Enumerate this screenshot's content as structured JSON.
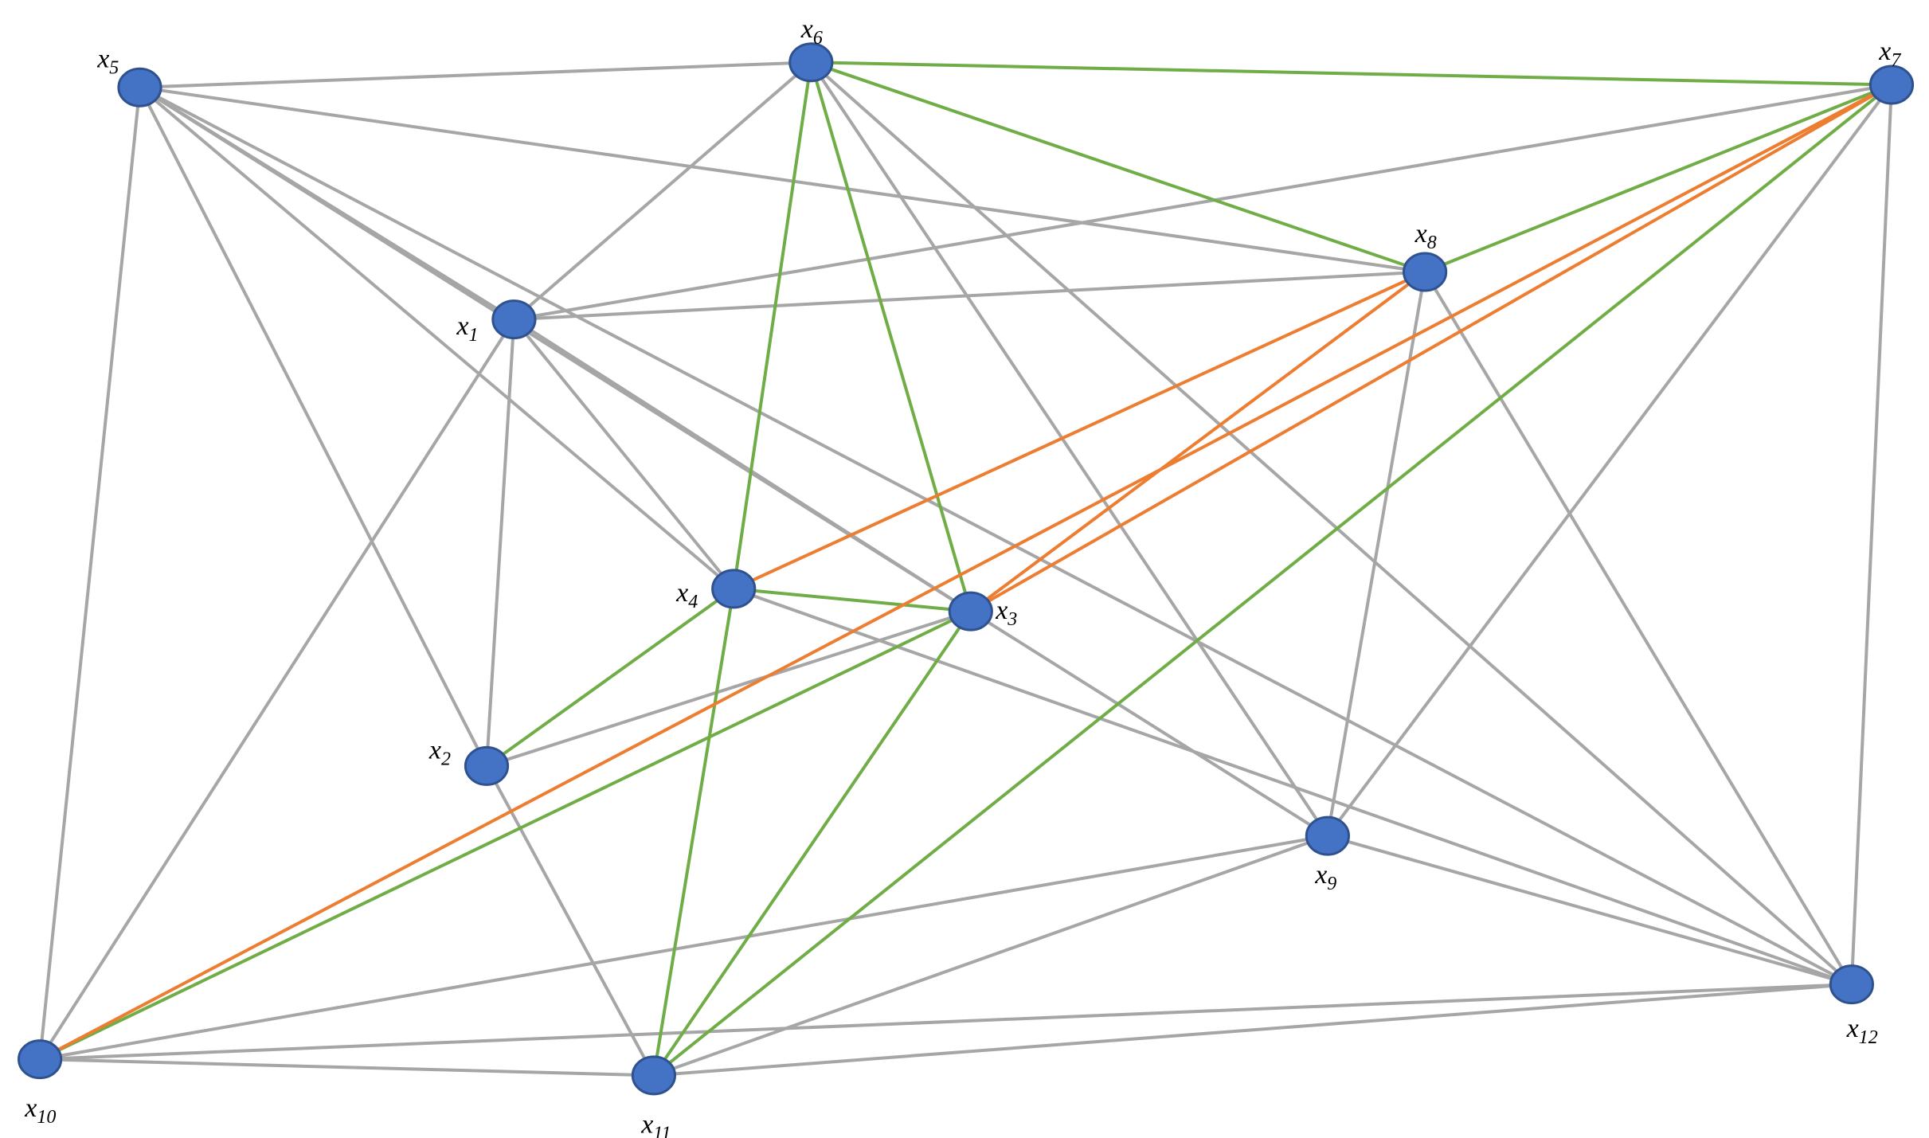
{
  "graph": {
    "colors": {
      "node_fill": "#4472c4",
      "node_stroke": "#2f528f",
      "gray": "#a6a6a6",
      "green": "#70ad47",
      "orange": "#ed7d31"
    },
    "nodes": [
      {
        "id": "x1",
        "base": "x",
        "sub": "1"
      },
      {
        "id": "x2",
        "base": "x",
        "sub": "2"
      },
      {
        "id": "x3",
        "base": "x",
        "sub": "3"
      },
      {
        "id": "x4",
        "base": "x",
        "sub": "4"
      },
      {
        "id": "x5",
        "base": "x",
        "sub": "5"
      },
      {
        "id": "x6",
        "base": "x",
        "sub": "6"
      },
      {
        "id": "x7",
        "base": "x",
        "sub": "7"
      },
      {
        "id": "x8",
        "base": "x",
        "sub": "8"
      },
      {
        "id": "x9",
        "base": "x",
        "sub": "9"
      },
      {
        "id": "x10",
        "base": "x",
        "sub": "10"
      },
      {
        "id": "x11",
        "base": "x",
        "sub": "11"
      },
      {
        "id": "x12",
        "base": "x",
        "sub": "12"
      }
    ],
    "edges": [
      {
        "from": "x5",
        "to": "x6",
        "color": "gray"
      },
      {
        "from": "x5",
        "to": "x8",
        "color": "gray"
      },
      {
        "from": "x5",
        "to": "x1",
        "color": "gray"
      },
      {
        "from": "x5",
        "to": "x4",
        "color": "gray"
      },
      {
        "from": "x5",
        "to": "x3",
        "color": "gray"
      },
      {
        "from": "x5",
        "to": "x12",
        "color": "gray"
      },
      {
        "from": "x5",
        "to": "x2",
        "color": "gray"
      },
      {
        "from": "x5",
        "to": "x10",
        "color": "gray"
      },
      {
        "from": "x6",
        "to": "x1",
        "color": "gray"
      },
      {
        "from": "x6",
        "to": "x9",
        "color": "gray"
      },
      {
        "from": "x6",
        "to": "x12",
        "color": "gray"
      },
      {
        "from": "x6",
        "to": "x7",
        "color": "green"
      },
      {
        "from": "x6",
        "to": "x8",
        "color": "green"
      },
      {
        "from": "x6",
        "to": "x4",
        "color": "green"
      },
      {
        "from": "x6",
        "to": "x3",
        "color": "green"
      },
      {
        "from": "x7",
        "to": "x1",
        "color": "gray"
      },
      {
        "from": "x7",
        "to": "x9",
        "color": "gray"
      },
      {
        "from": "x7",
        "to": "x12",
        "color": "gray"
      },
      {
        "from": "x7",
        "to": "x8",
        "color": "green"
      },
      {
        "from": "x7",
        "to": "x11",
        "color": "green"
      },
      {
        "from": "x7",
        "to": "x10",
        "color": "orange"
      },
      {
        "from": "x7",
        "to": "x3",
        "color": "orange"
      },
      {
        "from": "x8",
        "to": "x1",
        "color": "gray"
      },
      {
        "from": "x8",
        "to": "x9",
        "color": "gray"
      },
      {
        "from": "x8",
        "to": "x12",
        "color": "gray"
      },
      {
        "from": "x8",
        "to": "x4",
        "color": "orange"
      },
      {
        "from": "x8",
        "to": "x3",
        "color": "orange"
      },
      {
        "from": "x1",
        "to": "x4",
        "color": "gray"
      },
      {
        "from": "x1",
        "to": "x3",
        "color": "gray"
      },
      {
        "from": "x1",
        "to": "x2",
        "color": "gray"
      },
      {
        "from": "x1",
        "to": "x10",
        "color": "gray"
      },
      {
        "from": "x4",
        "to": "x3",
        "color": "green"
      },
      {
        "from": "x4",
        "to": "x2",
        "color": "green"
      },
      {
        "from": "x4",
        "to": "x11",
        "color": "green"
      },
      {
        "from": "x4",
        "to": "x12",
        "color": "gray"
      },
      {
        "from": "x3",
        "to": "x2",
        "color": "gray"
      },
      {
        "from": "x3",
        "to": "x9",
        "color": "gray"
      },
      {
        "from": "x3",
        "to": "x10",
        "color": "green"
      },
      {
        "from": "x3",
        "to": "x11",
        "color": "green"
      },
      {
        "from": "x2",
        "to": "x11",
        "color": "gray"
      },
      {
        "from": "x9",
        "to": "x10",
        "color": "gray"
      },
      {
        "from": "x9",
        "to": "x11",
        "color": "gray"
      },
      {
        "from": "x9",
        "to": "x12",
        "color": "gray"
      },
      {
        "from": "x12",
        "to": "x10",
        "color": "gray"
      },
      {
        "from": "x12",
        "to": "x11",
        "color": "gray"
      },
      {
        "from": "x10",
        "to": "x11",
        "color": "gray"
      }
    ]
  }
}
